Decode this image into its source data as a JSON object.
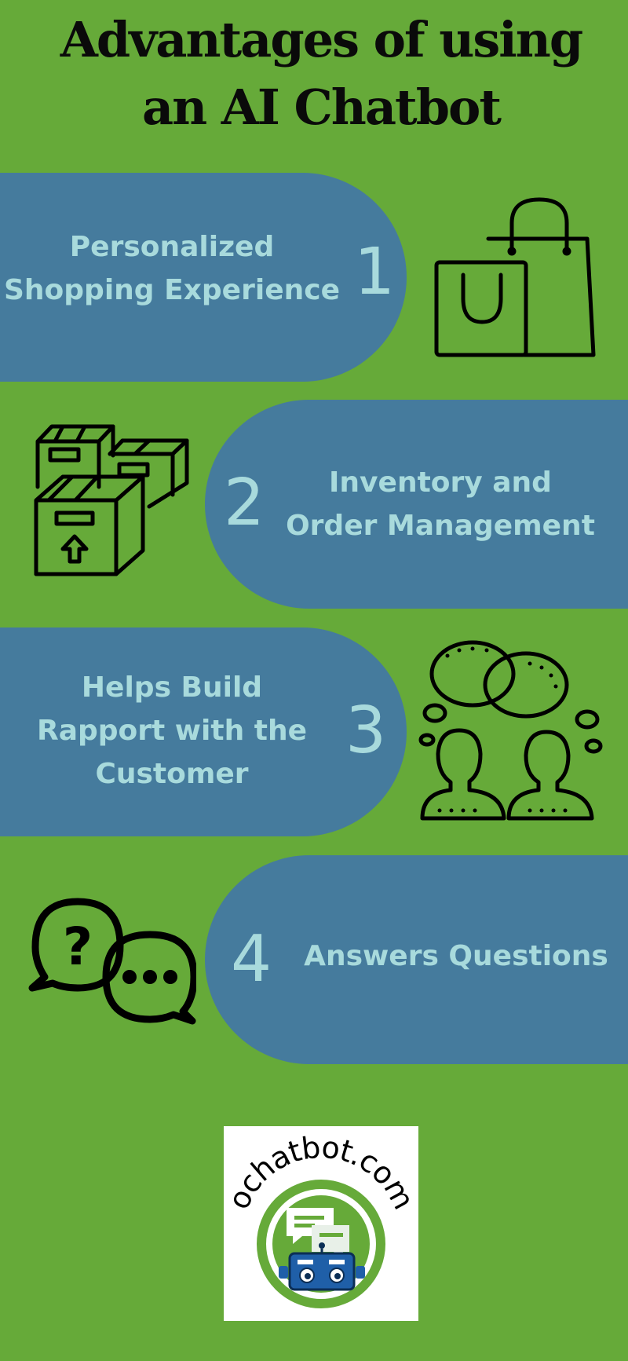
{
  "title": {
    "line1": "Advantages of using",
    "line2": "an AI Chatbot"
  },
  "items": [
    {
      "number": "1",
      "label_line1": "Personalized",
      "label_line2": "Shopping Experience",
      "icon": "shopping-bags-icon"
    },
    {
      "number": "2",
      "label_line1": "Inventory and",
      "label_line2": "Order Management",
      "icon": "boxes-icon"
    },
    {
      "number": "3",
      "label_line1": "Helps Build",
      "label_line2": "Rapport with the",
      "label_line3": "Customer",
      "icon": "conversation-people-icon"
    },
    {
      "number": "4",
      "label_line1": "Answers Questions",
      "icon": "question-chat-bubbles-icon"
    }
  ],
  "logo": {
    "text": "ochatbot.com",
    "icon": "chatbot-robot-logo"
  },
  "colors": {
    "background": "#66aa39",
    "pill": "#457b9d",
    "pill_text": "#a8dadc",
    "icon_stroke": "#000000"
  }
}
